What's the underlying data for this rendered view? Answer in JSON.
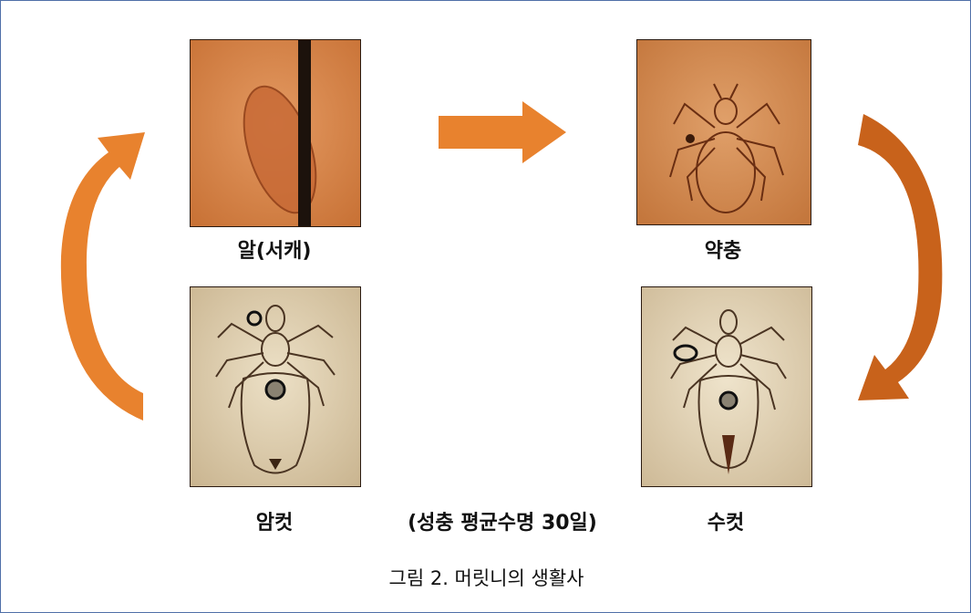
{
  "stages": {
    "egg": "알(서캐)",
    "nymph": "약충",
    "female": "암컷",
    "male": "수컷"
  },
  "lifespan_note": "(성충 평균수명 30일)",
  "caption": "그림 2. 머릿니의 생활사",
  "colors": {
    "arrow": "#e8822e",
    "arrow_dark": "#c8621b",
    "frame_border": "#4f6fa8",
    "egg_bg": "#d98a4f",
    "nymph_bg": "#d58c55",
    "adult_bg": "#d9c7a8"
  }
}
